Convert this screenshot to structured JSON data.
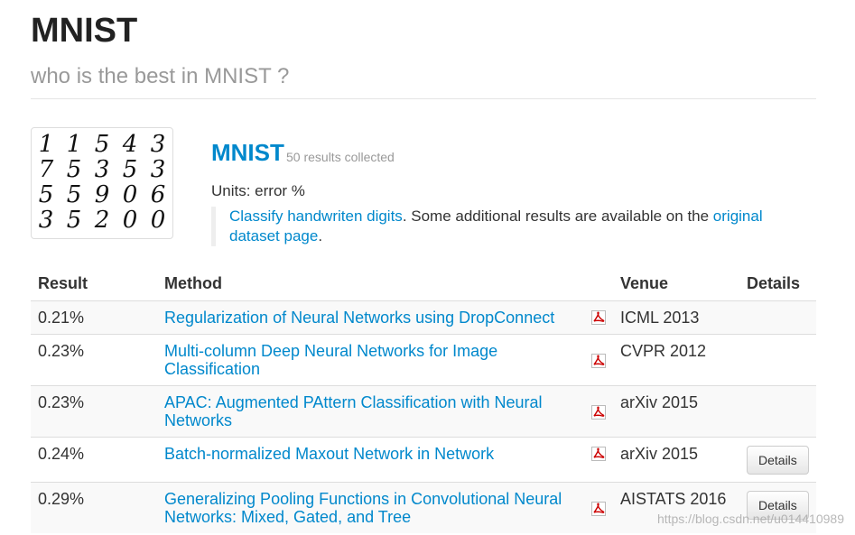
{
  "header": {
    "title": "MNIST",
    "subtitle": "who is the best in MNIST ?"
  },
  "dataset": {
    "name": "MNIST",
    "count": "50 results collected",
    "units": "Units: error %",
    "description_link": "Classify handwriten digits",
    "description_mid": ". Some additional results are available on the ",
    "description_link2_a": "original",
    "description_link2_b": "dataset page",
    "description_end": ".",
    "digits": [
      [
        "1",
        "1",
        "5",
        "4",
        "3"
      ],
      [
        "7",
        "5",
        "3",
        "5",
        "3"
      ],
      [
        "5",
        "5",
        "9",
        "0",
        "6"
      ],
      [
        "3",
        "5",
        "2",
        "0",
        "0"
      ]
    ]
  },
  "table": {
    "headers": [
      "Result",
      "Method",
      "Venue",
      "Details"
    ],
    "rows": [
      {
        "result": "0.21%",
        "method": "Regularization of Neural Networks using DropConnect",
        "venue": "ICML 2013",
        "details": ""
      },
      {
        "result": "0.23%",
        "method": "Multi-column Deep Neural Networks for Image Classification",
        "venue": "CVPR 2012",
        "details": ""
      },
      {
        "result": "0.23%",
        "method": "APAC: Augmented PAttern Classification with Neural Networks",
        "venue": "arXiv 2015",
        "details": ""
      },
      {
        "result": "0.24%",
        "method": "Batch-normalized Maxout Network in Network",
        "venue": "arXiv 2015",
        "details": "Details"
      },
      {
        "result": "0.29%",
        "method": "Generalizing Pooling Functions in Convolutional Neural Networks: Mixed, Gated, and Tree",
        "venue": "AISTATS 2016",
        "details": "Details"
      }
    ]
  },
  "icons": {
    "pdf": "pdf-icon",
    "pdf_color": "#cc0000"
  },
  "watermark": "https://blog.csdn.net/u014410989"
}
